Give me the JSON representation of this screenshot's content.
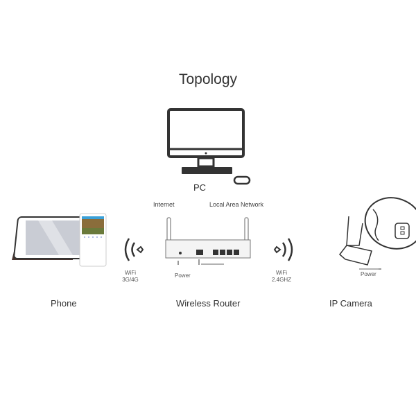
{
  "title": "Topology",
  "pc": {
    "label": "PC"
  },
  "router": {
    "label": "Wireless Router",
    "internet_label": "Internet",
    "lan_label": "Local Area Network",
    "power_label": "Power"
  },
  "phone": {
    "label": "Phone",
    "wifi_line1": "WiFi",
    "wifi_line2": "3G/4G"
  },
  "camera": {
    "label": "IP Camera",
    "wifi_line1": "WiFi",
    "wifi_line2": "2.4GHZ",
    "power_label": "Power"
  },
  "colors": {
    "text": "#333333",
    "tablet_case": "#4a3530",
    "phone_accent": "#3aa0d8"
  }
}
